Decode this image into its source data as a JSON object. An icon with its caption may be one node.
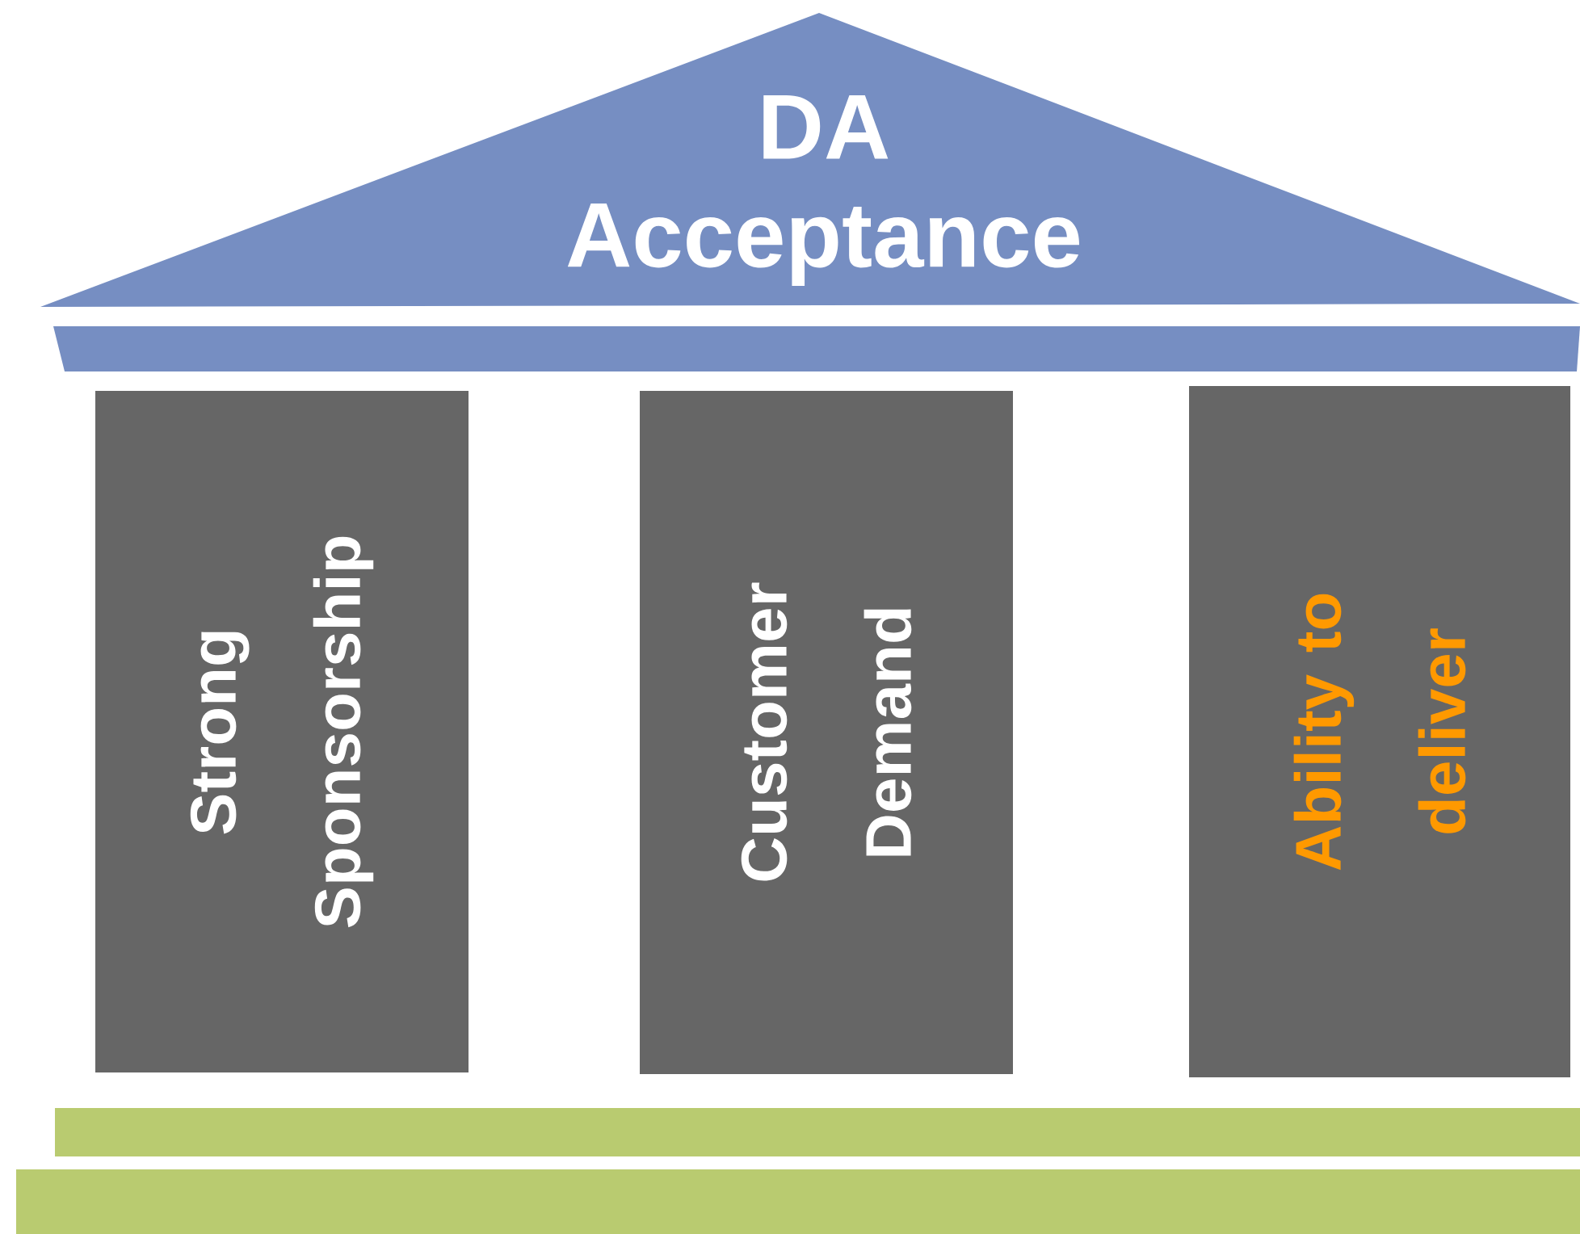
{
  "diagram": {
    "nodes": [
      {
        "text": [
          "DA Acceptance"
        ]
      },
      {
        "text": [],
        "shape": "bar"
      },
      {
        "text": [
          "Strong Sponsorship"
        ]
      },
      {
        "text": [
          "Customer Demand"
        ]
      },
      {
        "text": [
          "Ability to deliver"
        ]
      },
      {
        "text": [],
        "shape": "bar"
      },
      {
        "text": [],
        "shape": "bar"
      }
    ]
  }
}
